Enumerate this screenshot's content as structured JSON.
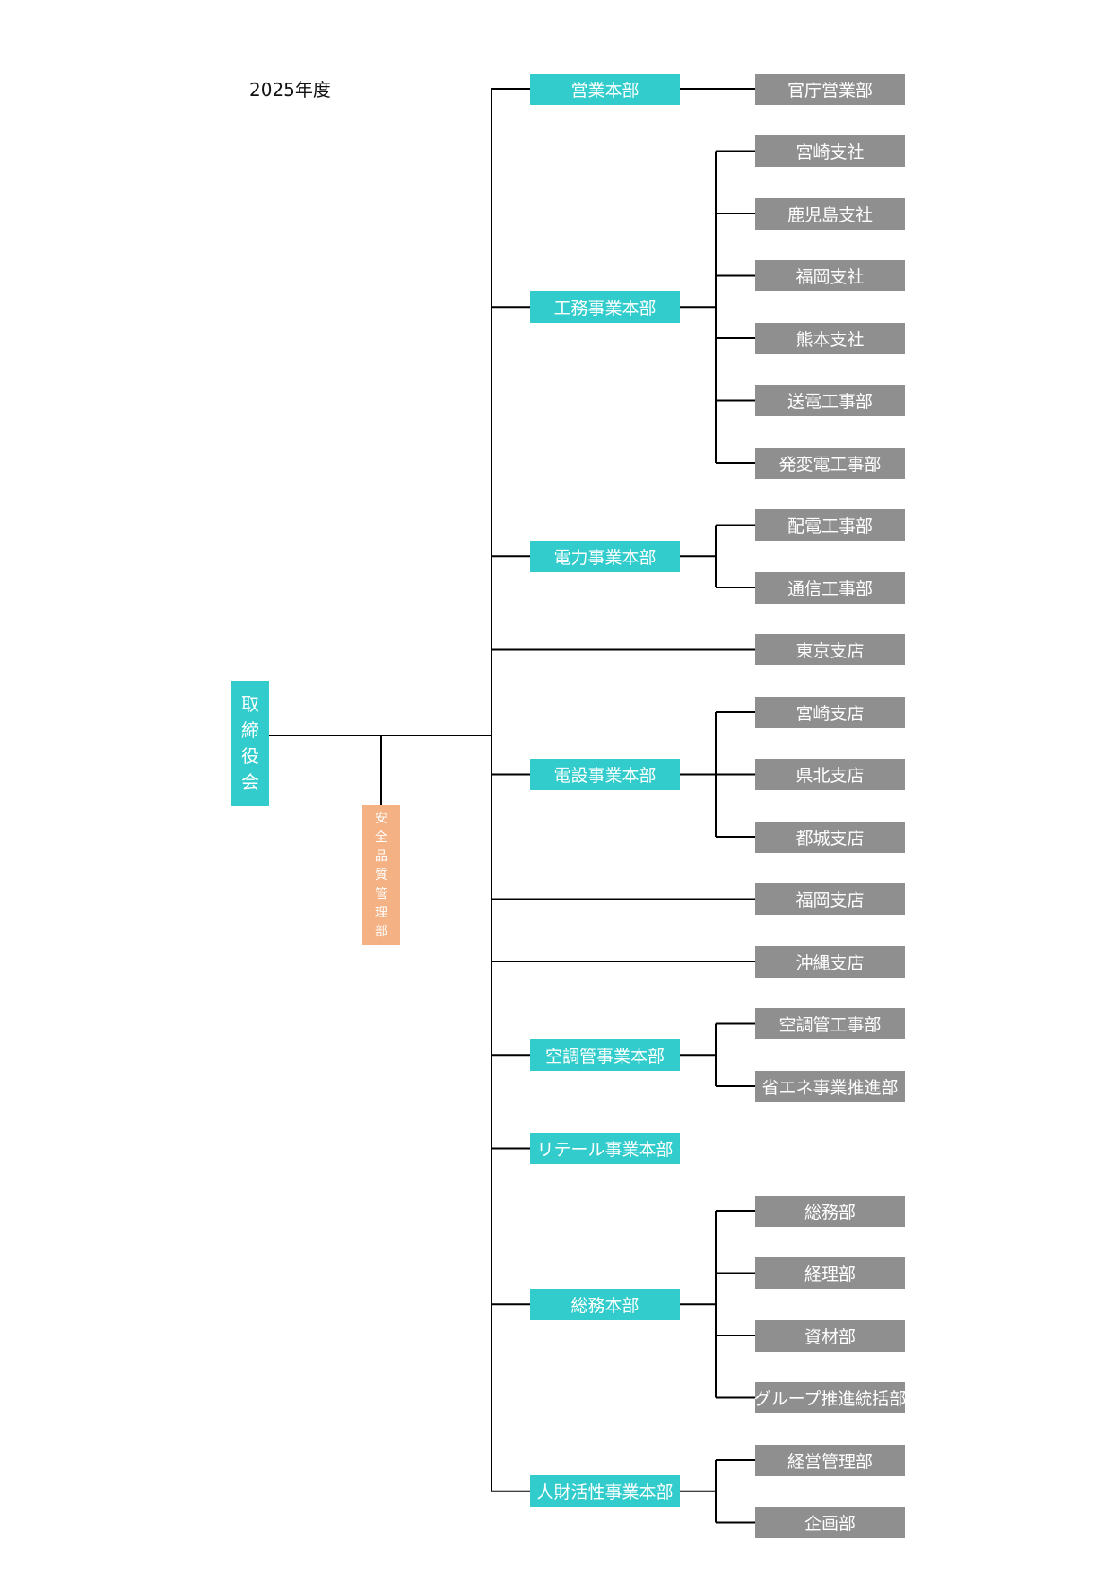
{
  "year_label": "2025年度",
  "board": {
    "label": "取締役会",
    "color": "#33cccc"
  },
  "safety": {
    "label": "安全品質管理部",
    "color": "#f4b183"
  },
  "colors": {
    "division": "#33cccc",
    "department": "#8f8f8f",
    "line": "#000000"
  },
  "divisions": [
    {
      "id": "eigyo",
      "label": "営業本部",
      "children": [
        "官庁営業部"
      ]
    },
    {
      "id": "koumu",
      "label": "工務事業本部",
      "children": [
        "宮崎支社",
        "鹿児島支社",
        "福岡支社",
        "熊本支社",
        "送電工事部",
        "発変電工事部"
      ]
    },
    {
      "id": "denryoku",
      "label": "電力事業本部",
      "children": [
        "配電工事部",
        "通信工事部"
      ]
    },
    {
      "id": "tokyo",
      "label": null,
      "children": [
        "東京支店"
      ]
    },
    {
      "id": "densetsu",
      "label": "電設事業本部",
      "children": [
        "宮崎支店",
        "県北支店",
        "都城支店"
      ]
    },
    {
      "id": "fukuoka",
      "label": null,
      "children": [
        "福岡支店"
      ]
    },
    {
      "id": "okinawa",
      "label": null,
      "children": [
        "沖縄支店"
      ]
    },
    {
      "id": "kucho",
      "label": "空調管事業本部",
      "children": [
        "空調管工事部",
        "省エネ事業推進部"
      ]
    },
    {
      "id": "retail",
      "label": "リテール事業本部",
      "children": []
    },
    {
      "id": "somu",
      "label": "総務本部",
      "children": [
        "総務部",
        "経理部",
        "資材部",
        "グループ推進統括部"
      ]
    },
    {
      "id": "jinzai",
      "label": "人財活性事業本部",
      "children": [
        "経営管理部",
        "企画部"
      ]
    }
  ]
}
